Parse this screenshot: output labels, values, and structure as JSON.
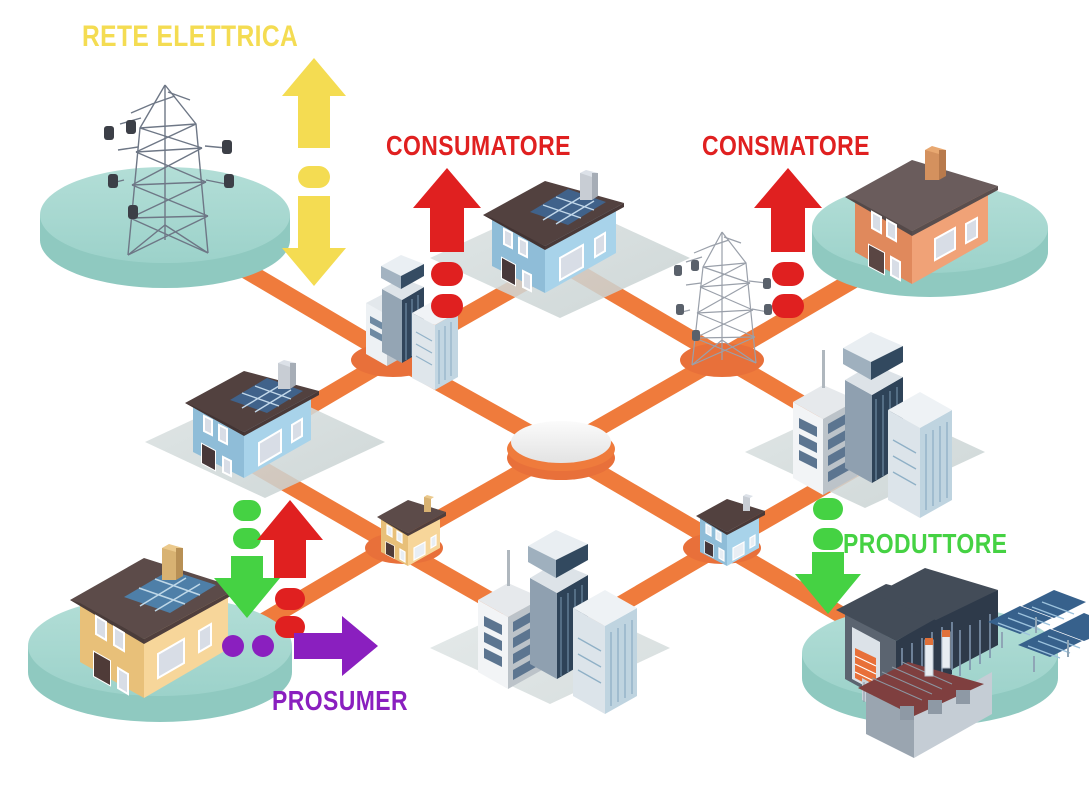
{
  "diagram": {
    "title": "Rete elettrica - schema consumatore, produttore, prosumer",
    "background_color": "#ffffff",
    "grid_line_color": "#EF7B3C",
    "node_color": "#E8703A",
    "platform_color": "#A8D8D0",
    "base_plate_color": "#D6DEDE"
  },
  "labels": {
    "grid": {
      "text": "RETE ELETTRICA",
      "color": "#F4DC52"
    },
    "consumer_1": {
      "text": "CONSUMATORE",
      "color": "#E02020"
    },
    "consumer_2": {
      "text": "CONSMATORE",
      "color": "#E02020"
    },
    "producer": {
      "text": "PRODUTTORE",
      "color": "#45D243"
    },
    "prosumer": {
      "text": "PROSUMER",
      "color": "#8A1FBF"
    }
  },
  "arrows": [
    {
      "name": "grid-bidirectional-arrow",
      "color": "#F4DC52",
      "direction": "bidirectional-vertical",
      "dots": 3
    },
    {
      "name": "consumer-1-arrow",
      "color": "#E02020",
      "direction": "up",
      "dots": 2
    },
    {
      "name": "consumer-2-arrow",
      "color": "#E02020",
      "direction": "up",
      "dots": 2
    },
    {
      "name": "producer-arrow",
      "color": "#45D243",
      "direction": "down",
      "dots": 2
    },
    {
      "name": "prosumer-import-arrow",
      "color": "#45D243",
      "direction": "down",
      "dots": 2
    },
    {
      "name": "prosumer-export-arrow",
      "color": "#E02020",
      "direction": "up",
      "dots": 2
    },
    {
      "name": "prosumer-exchange-arrow",
      "color": "#8A1FBF",
      "direction": "right",
      "dots": 3
    }
  ],
  "sites": [
    {
      "name": "pylon-platform",
      "kind": "transmission-tower",
      "base": "teal-disc"
    },
    {
      "name": "blue-house-solar-top",
      "kind": "house-with-solar-panels",
      "base": "gray-plate"
    },
    {
      "name": "orange-house",
      "kind": "house",
      "base": "teal-disc"
    },
    {
      "name": "blue-house-solar-left",
      "kind": "house-with-solar-panels",
      "base": "gray-plate"
    },
    {
      "name": "office-towers-right",
      "kind": "office-towers",
      "base": "gray-plate"
    },
    {
      "name": "yellow-house-solar",
      "kind": "house-with-solar-panels",
      "base": "teal-disc"
    },
    {
      "name": "office-towers-bottom",
      "kind": "office-towers",
      "base": "gray-plate"
    },
    {
      "name": "factory-solar-farm",
      "kind": "industrial-plant-with-solar-array",
      "base": "teal-disc"
    }
  ],
  "network_nodes": [
    {
      "name": "node-central-hub",
      "marker": "white-disc"
    },
    {
      "name": "node-towers-upper-left",
      "marker": "office-towers"
    },
    {
      "name": "node-pylon-upper-right",
      "marker": "transmission-tower"
    },
    {
      "name": "node-house-lower-left",
      "marker": "small-yellow-house"
    },
    {
      "name": "node-house-lower-right",
      "marker": "small-blue-house"
    }
  ]
}
